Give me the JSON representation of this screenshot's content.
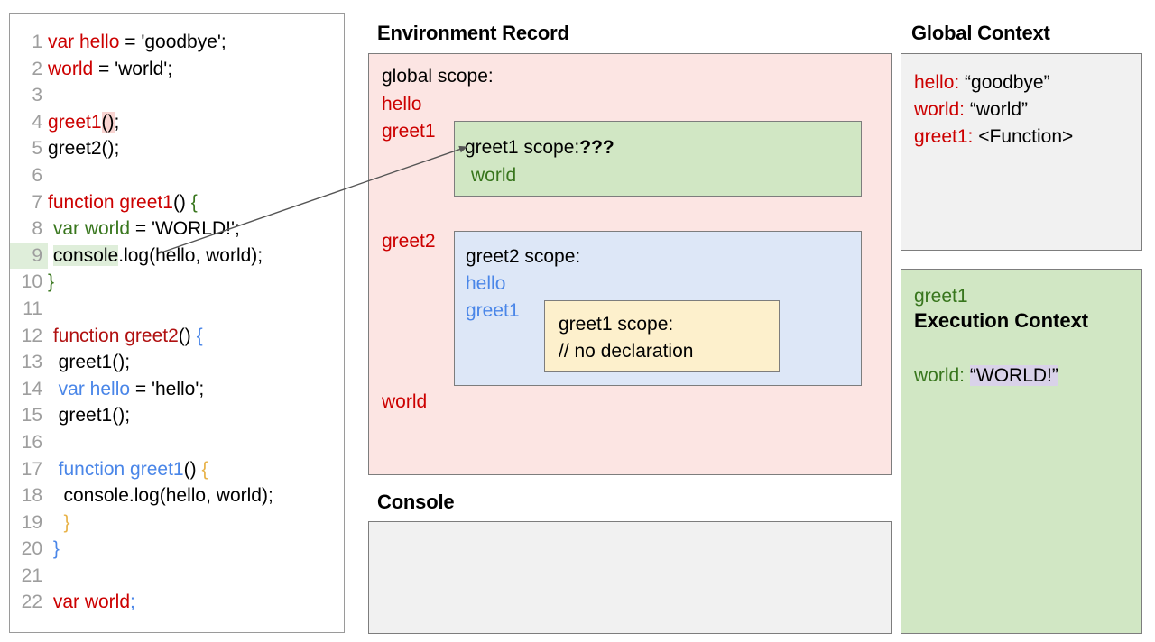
{
  "code_panel": {
    "name": "javascript-source-code",
    "lines": [
      {
        "n": "1",
        "tokens": [
          {
            "t": "var hello",
            "c": "red"
          },
          {
            "t": " = 'goodbye';",
            "c": "black"
          }
        ]
      },
      {
        "n": "2",
        "tokens": [
          {
            "t": "world",
            "c": "red"
          },
          {
            "t": " = 'world';",
            "c": "black"
          }
        ]
      },
      {
        "n": "3",
        "tokens": []
      },
      {
        "n": "4",
        "tokens": [
          {
            "t": "greet1",
            "c": "red"
          },
          {
            "t": "()",
            "c": "black",
            "hl": "pink"
          },
          {
            "t": ";",
            "c": "black"
          }
        ]
      },
      {
        "n": "5",
        "tokens": [
          {
            "t": "greet2();",
            "c": "black"
          }
        ]
      },
      {
        "n": "6",
        "tokens": []
      },
      {
        "n": "7",
        "tokens": [
          {
            "t": "function greet1",
            "c": "red"
          },
          {
            "t": "()",
            "c": "black"
          },
          {
            "t": " {",
            "c": "green"
          }
        ]
      },
      {
        "n": "8",
        "tokens": [
          {
            "t": " var world",
            "c": "green"
          },
          {
            "t": " = 'WORLD!';",
            "c": "black"
          }
        ]
      },
      {
        "n": "9",
        "tokens": [
          {
            "t": " ",
            "c": "black"
          },
          {
            "t": "console",
            "c": "black",
            "hl": "green"
          },
          {
            "t": ".log(hello, world);",
            "c": "black"
          }
        ],
        "ln_hl": true
      },
      {
        "n": "10",
        "tokens": [
          {
            "t": "}",
            "c": "green"
          }
        ]
      },
      {
        "n": "11",
        "tokens": []
      },
      {
        "n": "12",
        "tokens": [
          {
            "t": " function greet2",
            "c": "dred"
          },
          {
            "t": "()",
            "c": "black"
          },
          {
            "t": " {",
            "c": "blue"
          }
        ]
      },
      {
        "n": "13",
        "tokens": [
          {
            "t": "  greet1();",
            "c": "black"
          }
        ]
      },
      {
        "n": "14",
        "tokens": [
          {
            "t": "  var hello",
            "c": "blue"
          },
          {
            "t": " = 'hello';",
            "c": "black"
          }
        ]
      },
      {
        "n": "15",
        "tokens": [
          {
            "t": "  greet1();",
            "c": "black"
          }
        ]
      },
      {
        "n": "16",
        "tokens": []
      },
      {
        "n": "17",
        "tokens": [
          {
            "t": "  function greet1",
            "c": "blue"
          },
          {
            "t": "()",
            "c": "black"
          },
          {
            "t": " {",
            "c": "gold"
          }
        ]
      },
      {
        "n": "18",
        "tokens": [
          {
            "t": "   console.log(hello, world);",
            "c": "black"
          }
        ]
      },
      {
        "n": "19",
        "tokens": [
          {
            "t": "   }",
            "c": "gold"
          }
        ]
      },
      {
        "n": "20",
        "tokens": [
          {
            "t": " }",
            "c": "blue"
          }
        ]
      },
      {
        "n": "21",
        "tokens": []
      },
      {
        "n": "22",
        "tokens": [
          {
            "t": " var world",
            "c": "red"
          },
          {
            "t": ";",
            "c": "blue"
          }
        ]
      }
    ]
  },
  "environment_record": {
    "title": "Environment Record",
    "global_scope_label": "global scope:",
    "global_bindings": [
      "hello",
      "greet1",
      "greet2",
      "world"
    ],
    "greet1_scope": {
      "title_prefix": "greet1 scope:",
      "title_suffix": "???",
      "bindings": [
        "world"
      ]
    },
    "greet2_scope": {
      "title": "greet2 scope:",
      "bindings": [
        "hello",
        "greet1"
      ],
      "inner_greet1_scope": {
        "title": "greet1 scope:",
        "note": "// no declaration"
      }
    }
  },
  "console": {
    "title": "Console",
    "output": ""
  },
  "global_context": {
    "title": "Global Context",
    "rows": [
      {
        "key": "hello:",
        "value": " “goodbye”"
      },
      {
        "key": "world:",
        "value": " “world”"
      },
      {
        "key": "greet1:",
        "value": " <Function>"
      }
    ]
  },
  "execution_context": {
    "name": "greet1",
    "heading": "Execution Context",
    "var_key": "world:",
    "var_value": "“WORLD!”"
  },
  "arrow": {
    "name": "pointer-from-console-log-to-greet1-scope",
    "from": "line 9 console.log",
    "to": "greet1 scope box"
  },
  "colors": {
    "environment_record_bg": "#fce5e3",
    "greet1_scope_bg": "#d1e7c4",
    "greet2_scope_bg": "#dde7f7",
    "inner_greet1_scope_bg": "#fdf0cc",
    "console_bg": "#f1f1f1",
    "global_context_bg": "#f1f1f1",
    "execution_context_bg": "#d1e7c4",
    "keyword_red": "#cc0000",
    "keyword_blue": "#4a86e8",
    "keyword_green": "#38761d",
    "value_highlight": "#d9d2e9",
    "pink_highlight": "#f8d3d0",
    "green_highlight": "#dfeeda"
  }
}
